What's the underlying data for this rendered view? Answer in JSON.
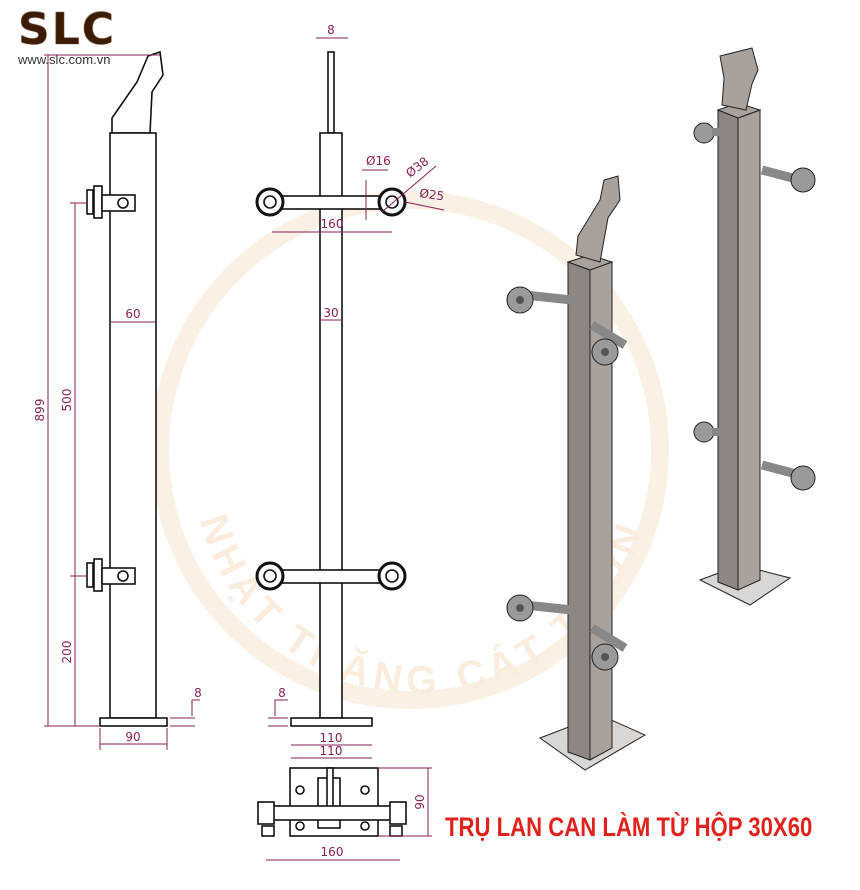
{
  "logo": {
    "brand": "SLC",
    "url": "www.slc.com.vn"
  },
  "watermark": "NHẬT THĂNG CÁT TƯỜNG",
  "title": "TRỤ LAN CAN LÀM TỪ HỘP 30X60",
  "front_view": {
    "total_height": "899",
    "spacing": "500",
    "bottom_offset": "200",
    "post_width": "60",
    "base_width": "90",
    "base_thickness": "8"
  },
  "side_view": {
    "bar_width": "8",
    "hole_dia": "Ø16",
    "disc_dia": "Ø38",
    "inner_dia": "Ø25",
    "bracket_span": "160",
    "post_depth": "30",
    "base_thickness": "8",
    "base_width_1": "110",
    "base_width_2": "110"
  },
  "plan_view": {
    "base_depth": "90",
    "bracket_span": "160"
  },
  "colors": {
    "dimension": "#8a1f55",
    "title": "#e0221c",
    "brand": "#9a5a1a"
  }
}
